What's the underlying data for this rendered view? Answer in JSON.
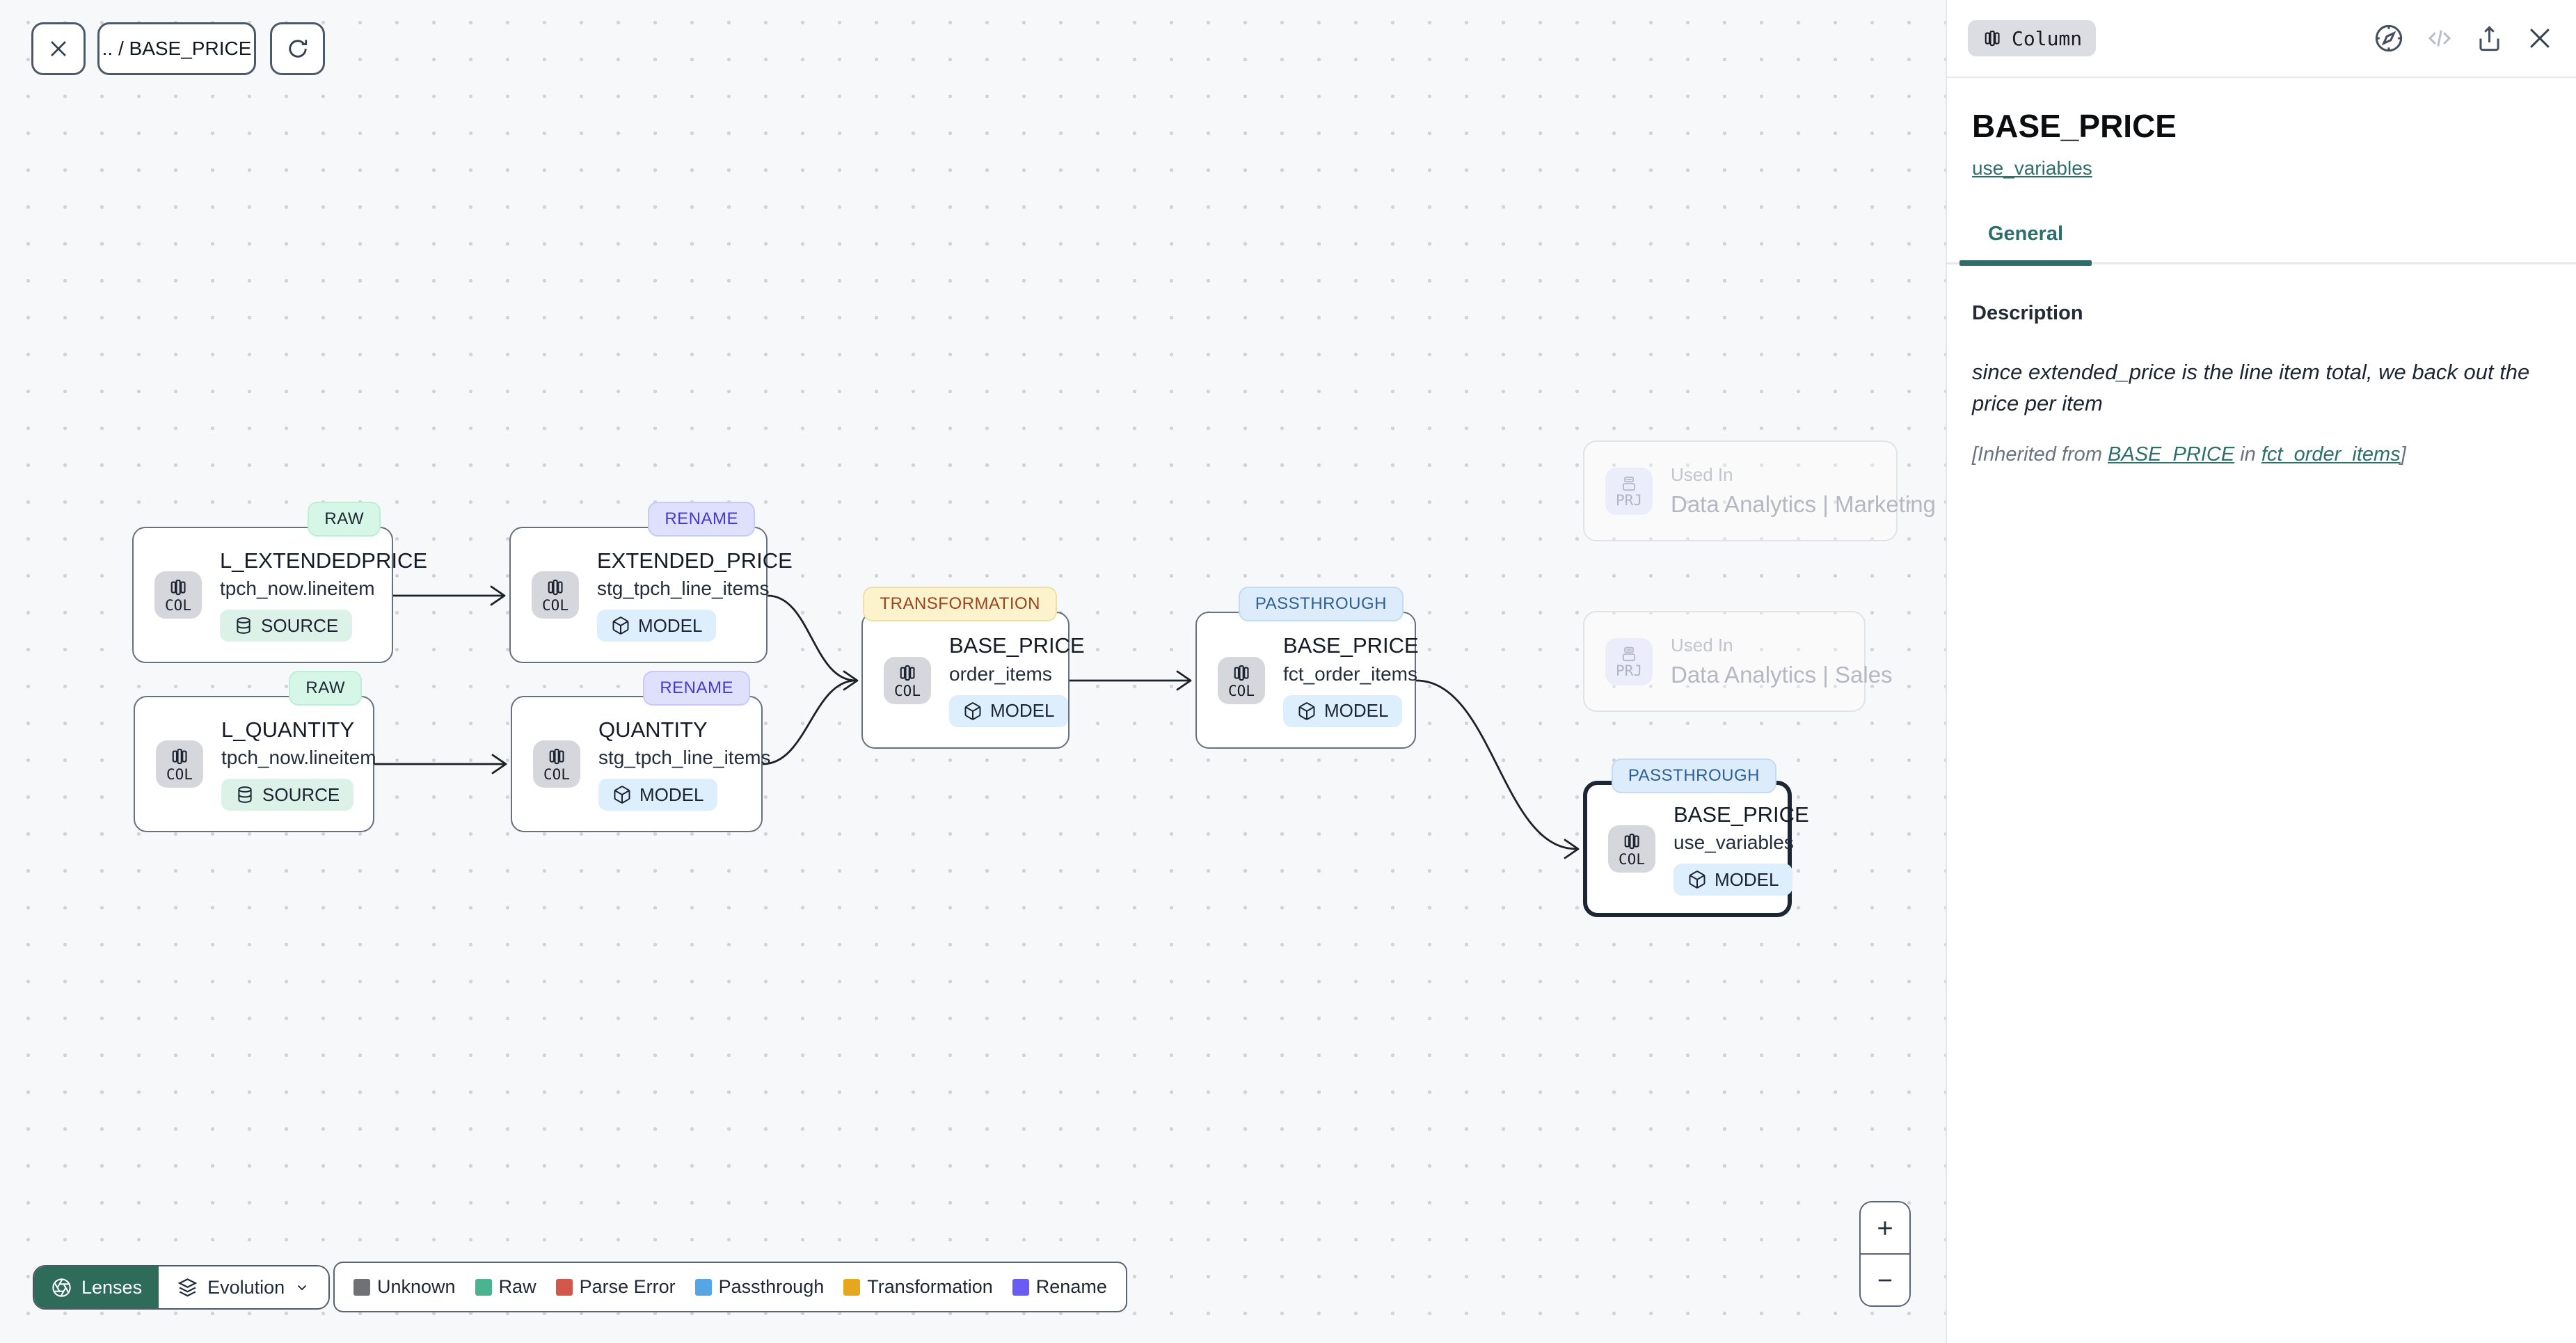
{
  "toolbar": {
    "breadcrumb": ".. / BASE_PRICE"
  },
  "canvas": {
    "col_label": "COL",
    "nodes": [
      {
        "title": "L_EXTENDEDPRICE",
        "subtitle": "tpch_now.lineitem",
        "type": "SOURCE",
        "lineage": "RAW"
      },
      {
        "title": "EXTENDED_PRICE",
        "subtitle": "stg_tpch_line_items",
        "type": "MODEL",
        "lineage": "RENAME"
      },
      {
        "title": "L_QUANTITY",
        "subtitle": "tpch_now.lineitem",
        "type": "SOURCE",
        "lineage": "RAW"
      },
      {
        "title": "QUANTITY",
        "subtitle": "stg_tpch_line_items",
        "type": "MODEL",
        "lineage": "RENAME"
      },
      {
        "title": "BASE_PRICE",
        "subtitle": "order_items",
        "type": "MODEL",
        "lineage": "TRANSFORMATION"
      },
      {
        "title": "BASE_PRICE",
        "subtitle": "fct_order_items",
        "type": "MODEL",
        "lineage": "PASSTHROUGH"
      },
      {
        "title": "BASE_PRICE",
        "subtitle": "use_variables",
        "type": "MODEL",
        "lineage": "PASSTHROUGH"
      }
    ],
    "ghost_nodes": [
      {
        "icon_label": "PRJ",
        "label": "Used In",
        "name": "Data Analytics | Marketing"
      },
      {
        "icon_label": "PRJ",
        "label": "Used In",
        "name": "Data Analytics | Sales"
      }
    ]
  },
  "lenses": {
    "button": "Lenses",
    "selected": "Evolution",
    "button_color": "#2e6b59"
  },
  "legend": {
    "items": [
      {
        "label": "Unknown",
        "color": "#6e7277"
      },
      {
        "label": "Raw",
        "color": "#4cb391"
      },
      {
        "label": "Parse Error",
        "color": "#d4574c"
      },
      {
        "label": "Passthrough",
        "color": "#54a7e4"
      },
      {
        "label": "Transformation",
        "color": "#e7a71c"
      },
      {
        "label": "Rename",
        "color": "#6a5cf2"
      }
    ]
  },
  "zoom_controls": {
    "zoom_in": "+",
    "zoom_out": "−"
  },
  "panel": {
    "badge": "Column",
    "title": "BASE_PRICE",
    "link": "use_variables",
    "accent_color": "#2d6f6b",
    "tabs": [
      {
        "label": "General",
        "active": true
      }
    ],
    "description_heading": "Description",
    "description": "since extended_price is the line item total, we back out the price per item",
    "inherited": {
      "prefix": "[Inherited from ",
      "link1": "BASE_PRICE",
      "middle": " in ",
      "link2": "fct_order_items",
      "suffix": "]"
    }
  }
}
